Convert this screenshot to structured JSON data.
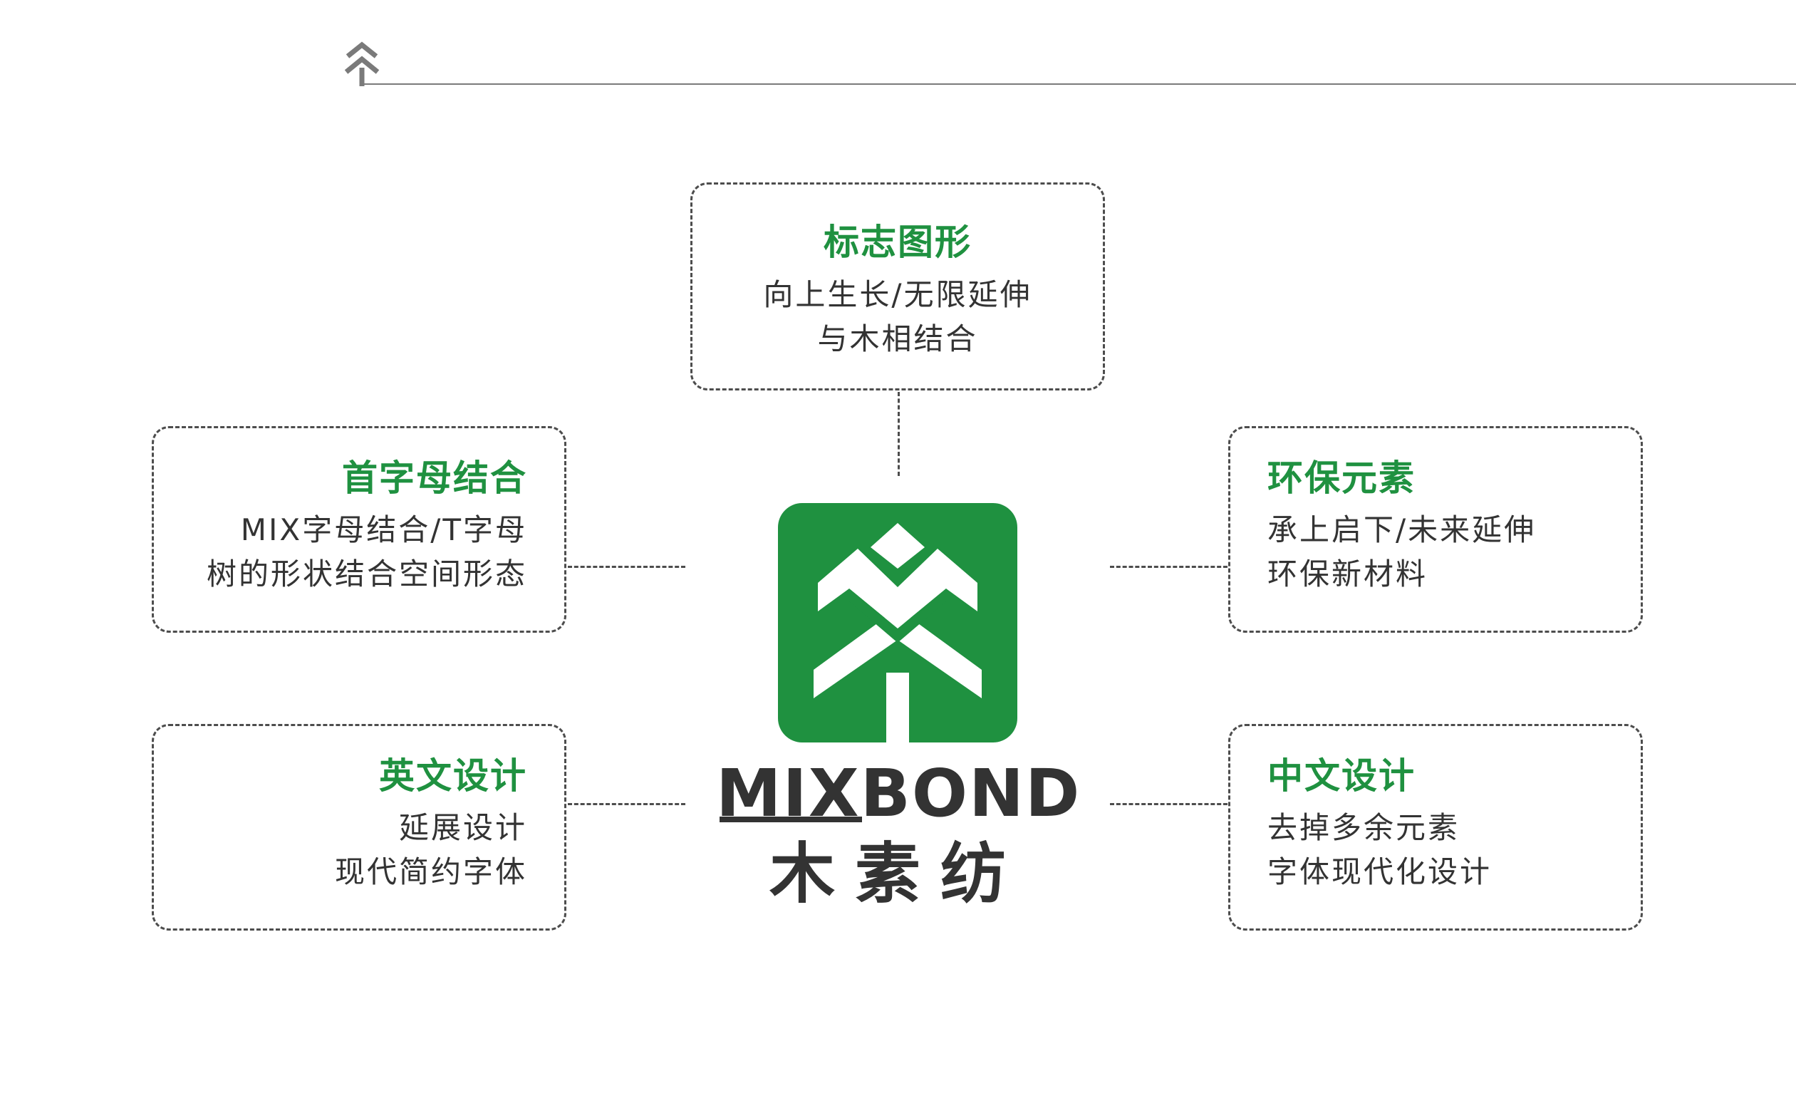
{
  "colors": {
    "accent": "#1f9140",
    "text": "#333333",
    "rule": "#7a7a7a",
    "dash": "#4d4d4d"
  },
  "brand": {
    "name_en": "MIXBOND",
    "name_cn": "木素纺"
  },
  "boxes": {
    "logo_graphic": {
      "title": "标志图形",
      "line1": "向上生长/无限延伸",
      "line2": "与木相结合"
    },
    "initials": {
      "title": "首字母结合",
      "line1": "MIX字母结合/T字母",
      "line2": "树的形状结合空间形态"
    },
    "eco": {
      "title": "环保元素",
      "line1": "承上启下/未来延伸",
      "line2": "环保新材料"
    },
    "english_design": {
      "title": "英文设计",
      "line1": "延展设计",
      "line2": "现代简约字体"
    },
    "chinese_design": {
      "title": "中文设计",
      "line1": "去掉多余元素",
      "line2": "字体现代化设计"
    }
  }
}
